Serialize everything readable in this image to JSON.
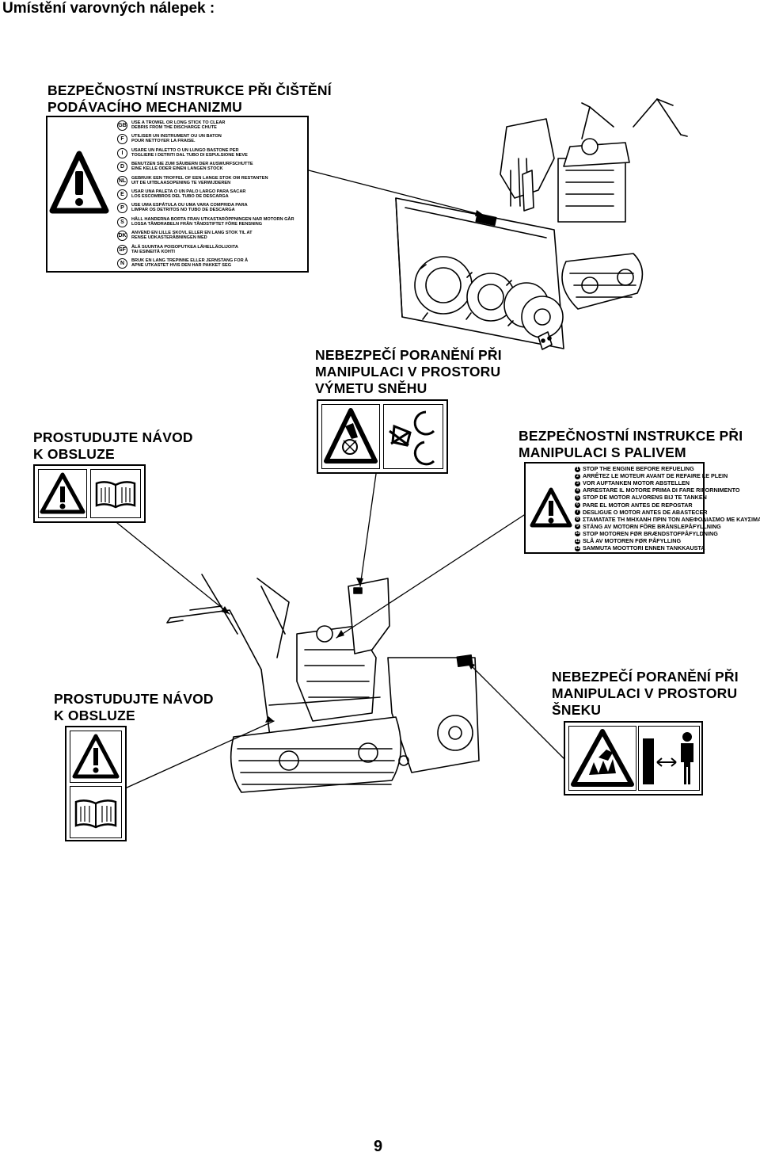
{
  "page_title": "Umístění varovných nálepek :",
  "labels": {
    "chute_cleaning": {
      "caption_line1": "BEZPEČNOSTNÍ INSTRUKCE PŘI ČIŠTĚNÍ",
      "caption_line2": "PODÁVACÍHO MECHANIZMU",
      "rows": [
        {
          "code": "GB",
          "line1": "USE A TROWEL OR LONG STICK TO CLEAR",
          "line2": "DEBRIS FROM THE DISCHARGE CHUTE"
        },
        {
          "code": "F",
          "line1": "UTILISER UN INSTRUMENT OU UN BATON",
          "line2": "POUR NETTOYER LA FRAISE."
        },
        {
          "code": "I",
          "line1": "USARE UN PALETTO O UN LUNGO BASTONE PER",
          "line2": "TOGLIERE I DETRITI DAL TUBO DI ESPULSIONE NEVE"
        },
        {
          "code": "D",
          "line1": "BENUTZEN SIE ZUM SÄUBERN DER AUSWURFSCHUTTE",
          "line2": "EINE KELLE ODER EINEN LANGEN STOCK"
        },
        {
          "code": "NL",
          "line1": "GEBRUIK EEN TROFFEL OF EEN LANGE STOK OM RESTANTEN",
          "line2": "UIT DE UITBLAASOPENING TE VERWIJDEREN"
        },
        {
          "code": "E",
          "line1": "USAR UNA PALETA O UN PALO LARGO PARA SACAR",
          "line2": "LOS ESCOMBROS DEL TUBO DE DESCARGA"
        },
        {
          "code": "P",
          "line1": "USE UMA ESPÁTULA OU UMA VARA COMPRIDA PARA",
          "line2": "LIMPAR OS DETRITOS NO TUBO DE DESCARGA"
        },
        {
          "code": "S",
          "line1": "HÅLL HANDERNA BORTA FRAN UTKASTARÖPPNINGEN NAR MOTORN GÅR",
          "line2": "LOSSA TÅMDRABELN FRÅN TÅNDSTIFTET FÖRE RENSNING"
        },
        {
          "code": "DK",
          "line1": "ANVEND EN LILLE SKOVL ELLER EN LANG STOK TIL AT",
          "line2": "RENSE UDKASTERÅBNINGEN MED"
        },
        {
          "code": "SF",
          "line1": "ÄLÄ SUUNTAA POISOPUTKEA LÄHELLÄOLIJOITA",
          "line2": "TAI ESINEITÄ KOHTI"
        },
        {
          "code": "N",
          "line1": "BRUK EN LANG TREPINNE ELLER JERNSTANG FOR Å",
          "line2": "APNE UTKASTET HVIS DEN HAR PAKKET SEG"
        }
      ]
    },
    "discharge_danger": {
      "caption_line1": "NEBEZPEČÍ PORANĚNÍ PŘI",
      "caption_line2": "MANIPULACI V PROSTORU",
      "caption_line3": "VÝMETU  SNĚHU"
    },
    "manual_top": {
      "caption_line1": "PROSTUDUJTE NÁVOD",
      "caption_line2": "K OBSLUZE"
    },
    "fuel_safety": {
      "caption_line1": "BEZPEČNOSTNÍ INSTRUKCE PŘI",
      "caption_line2": "MANIPULACI  S PALIVEM",
      "rows": [
        {
          "n": "1",
          "text": "STOP THE ENGINE BEFORE REFUELING"
        },
        {
          "n": "2",
          "text": "ARRÊTEZ LE MOTEUR AVANT DE REFAIRE LE PLEIN"
        },
        {
          "n": "3",
          "text": "VOR AUFTANKEN MOTOR ABSTELLEN"
        },
        {
          "n": "4",
          "text": "ARRESTARE IL MOTORE PRIMA DI FARE RIFORNIMENTO"
        },
        {
          "n": "5",
          "text": "STOP DE MOTOR ALVORENS BIJ TE TANKEN"
        },
        {
          "n": "6",
          "text": "PARE EL MOTOR ANTES DE REPOSTAR"
        },
        {
          "n": "7",
          "text": "DESLIGUE O MOTOR ANTES DE ABASTECER"
        },
        {
          "n": "8",
          "text": "ΣΤΑΜΑΤΑΤΕ ΤΗ ΜΗΧΑΝΗ ΠΡΙΝ ΤΟΝ ΑΝΕΦΟΔΙΑΣΜΟ ΜΕ ΚΑΥΣΙΜΑ"
        },
        {
          "n": "9",
          "text": "STÄNG AV MOTORN FÖRE BRÄNSLEPÅFYLLNING"
        },
        {
          "n": "10",
          "text": "STOP MOTOREN FØR BRÆNDSTOFPÅFYLDNING"
        },
        {
          "n": "11",
          "text": "SLÅ AV MOTOREN FØR PÅFYLLING"
        },
        {
          "n": "12",
          "text": "SAMMUTA MOOTTORI ENNEN TANKKAUSTA"
        }
      ]
    },
    "manual_bottom": {
      "caption_line1": "PROSTUDUJTE NÁVOD",
      "caption_line2": "K OBSLUZE"
    },
    "auger_danger": {
      "caption_line1": "NEBEZPEČÍ PORANĚNÍ PŘI",
      "caption_line2": "MANIPULACI V PROSTORU",
      "caption_line3": "ŠNEKU"
    }
  },
  "page_number": "9"
}
